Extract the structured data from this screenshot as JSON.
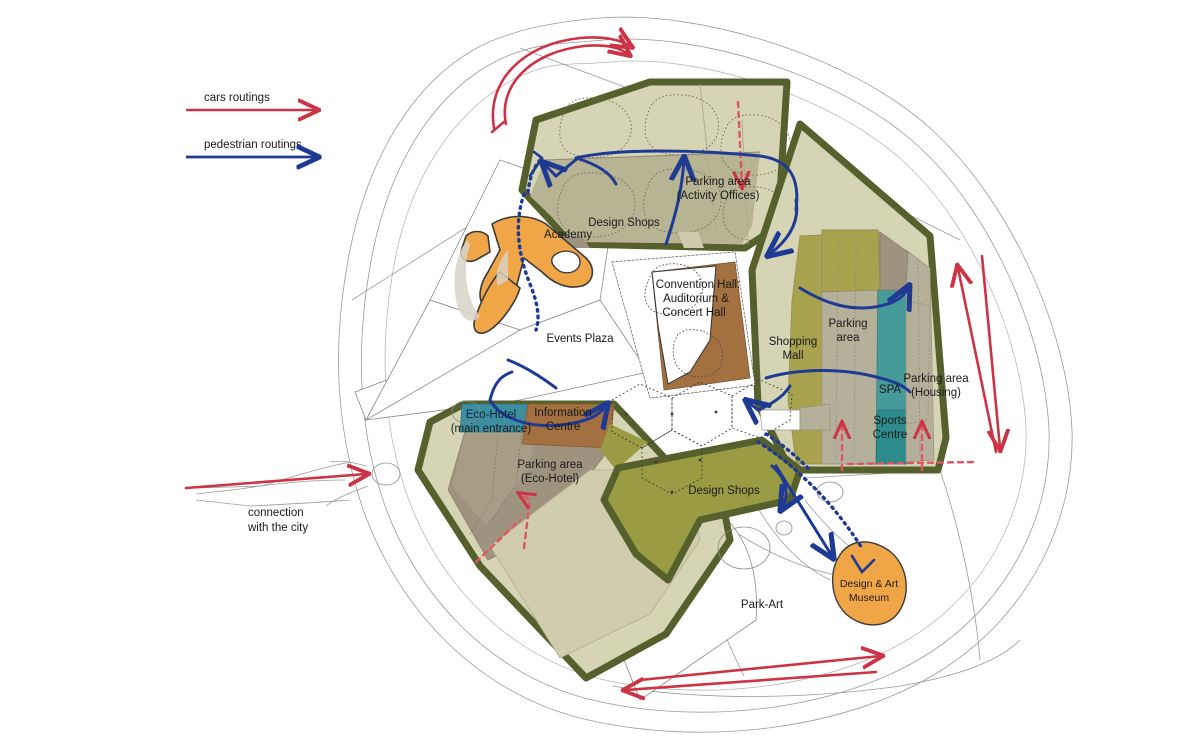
{
  "legend": {
    "items": [
      {
        "label": "cars routings",
        "color": "#cc3344",
        "name": "cars-routing"
      },
      {
        "label": "pedestrian routings",
        "color": "#1f3a93",
        "name": "pedestrian-routing"
      }
    ]
  },
  "connection": {
    "line1": "connection",
    "line2": "with the city"
  },
  "zones": {
    "north": {
      "parking_activity": "Parking area",
      "parking_activity_sub": "(Activity Offices)",
      "design_shops": "Design Shops"
    },
    "centre": {
      "academy": "Academy",
      "events_plaza": "Events Plaza",
      "convention_1": "Convention Hall:",
      "convention_2": "Auditorium &",
      "convention_3": "Concert Hall"
    },
    "east": {
      "shopping_mall_1": "Shopping",
      "shopping_mall_2": "Mall",
      "parking_1": "Parking",
      "parking_2": "area",
      "spa": "SPA",
      "sports_1": "Sports",
      "sports_2": "Centre",
      "parking_housing_1": "Parking area",
      "parking_housing_2": "(Housing)"
    },
    "west": {
      "eco_hotel": "Eco-Hotel",
      "eco_hotel_sub": "(main entrance)",
      "info_1": "Information",
      "info_2": "Centre",
      "parking_eco_1": "Parking area",
      "parking_eco_2": "(Eco-Hotel)"
    },
    "south": {
      "design_shops": "Design Shops",
      "park_art": "Park-Art",
      "museum_1": "Design  & Art",
      "museum_2": "Museum"
    }
  },
  "colors": {
    "border_olive": "#56602c",
    "band_olive": "#9a9c43",
    "sage": "#d5d4b4",
    "sage_dark": "#b7b493",
    "mall_olive": "#a8a24e",
    "parking_grey": "#b5b09a",
    "teal": "#479a9a",
    "brown": "#a3703f",
    "orange": "#f0a647",
    "taupe": "#9d937e",
    "cars": "#cc3344",
    "ped": "#1f3a93",
    "road": "#9a9a9a"
  }
}
